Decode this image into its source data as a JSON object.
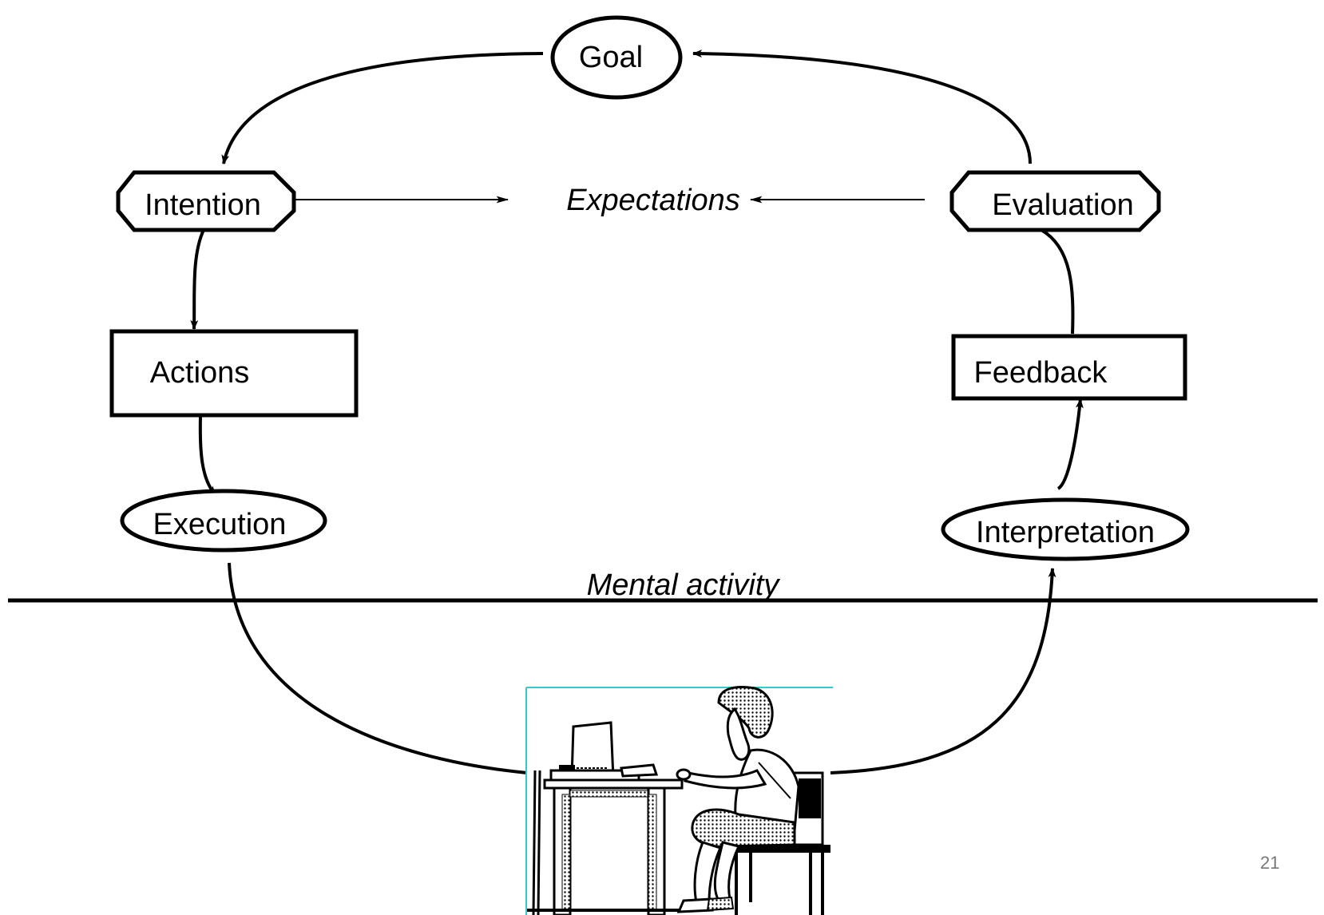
{
  "nodes": {
    "goal": "Goal",
    "intention": "Intention",
    "expectations": "Expectations",
    "evaluation": "Evaluation",
    "actions": "Actions",
    "feedback": "Feedback",
    "execution": "Execution",
    "interpretation": "Interpretation"
  },
  "divider_label": "Mental activity",
  "page_number": "21",
  "illustration": {
    "icon": "person-at-computer-illustration",
    "frame_color": "#33cccc"
  }
}
